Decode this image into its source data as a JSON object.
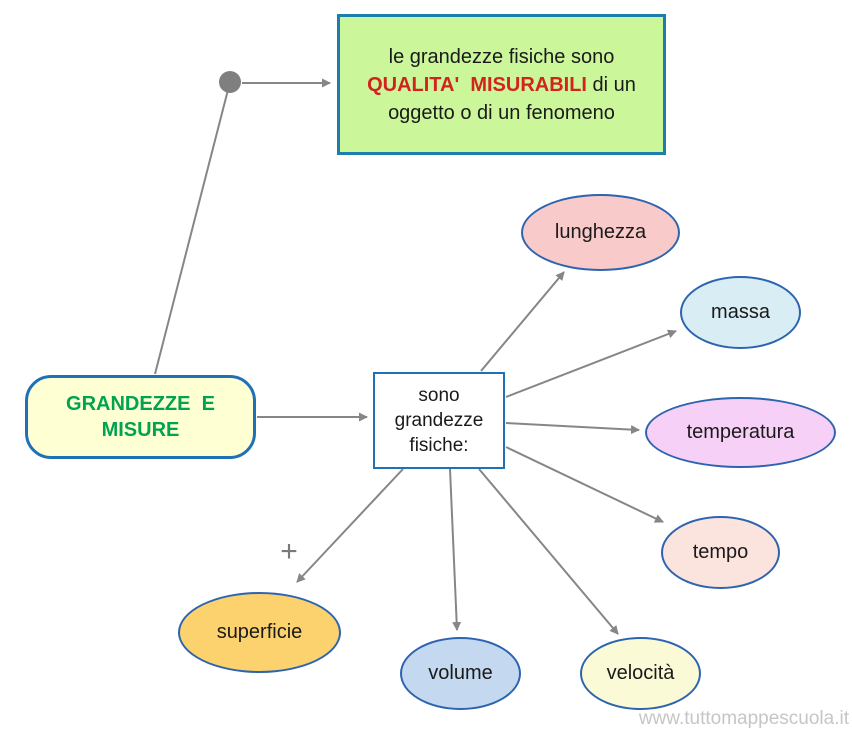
{
  "diagram": {
    "type": "concept-map",
    "note": {
      "prefix": "le grandezze fisiche sono ",
      "highlight": "QUALITA'  MISURABILI",
      "suffix": " di un oggetto o di un fenomeno",
      "fill": "#cbf79a",
      "highlight_color": "#d2231e"
    },
    "main": {
      "label": "GRANDEZZE  E\nMISURE",
      "fill": "#ffffd4",
      "text_color": "#00a350"
    },
    "center": {
      "label": "sono grandezze fisiche:",
      "fill": "#ffffff"
    },
    "ellipses": [
      {
        "id": "lunghezza",
        "label": "lunghezza",
        "fill": "#f8cbca"
      },
      {
        "id": "massa",
        "label": "massa",
        "fill": "#d9edf5"
      },
      {
        "id": "temperatura",
        "label": "temperatura",
        "fill": "#f7d0f7"
      },
      {
        "id": "tempo",
        "label": "tempo",
        "fill": "#fbe3de"
      },
      {
        "id": "velocita",
        "label": "velocità",
        "fill": "#fbfad7"
      },
      {
        "id": "volume",
        "label": "volume",
        "fill": "#c4d8f0"
      },
      {
        "id": "superficie",
        "label": "superficie",
        "fill": "#fbd26e"
      }
    ],
    "edges": [
      {
        "from": "junction-dot",
        "to": "note",
        "arrow": true
      },
      {
        "from": "junction-dot",
        "to": "main",
        "arrow": false
      },
      {
        "from": "main",
        "to": "center",
        "arrow": true
      },
      {
        "from": "center",
        "to": "lunghezza",
        "arrow": true
      },
      {
        "from": "center",
        "to": "massa",
        "arrow": true
      },
      {
        "from": "center",
        "to": "temperatura",
        "arrow": true
      },
      {
        "from": "center",
        "to": "tempo",
        "arrow": true
      },
      {
        "from": "center",
        "to": "velocita",
        "arrow": true
      },
      {
        "from": "center",
        "to": "volume",
        "arrow": true
      },
      {
        "from": "center",
        "to": "superficie",
        "arrow": true
      }
    ],
    "annotations": {
      "plus": "+"
    },
    "colors": {
      "edge": "#868686",
      "ellipse_border": "#2d64b0",
      "box_border": "#2070b8",
      "note_border": "#1c7fab"
    }
  },
  "watermark": "www.tuttomappescuola.it"
}
